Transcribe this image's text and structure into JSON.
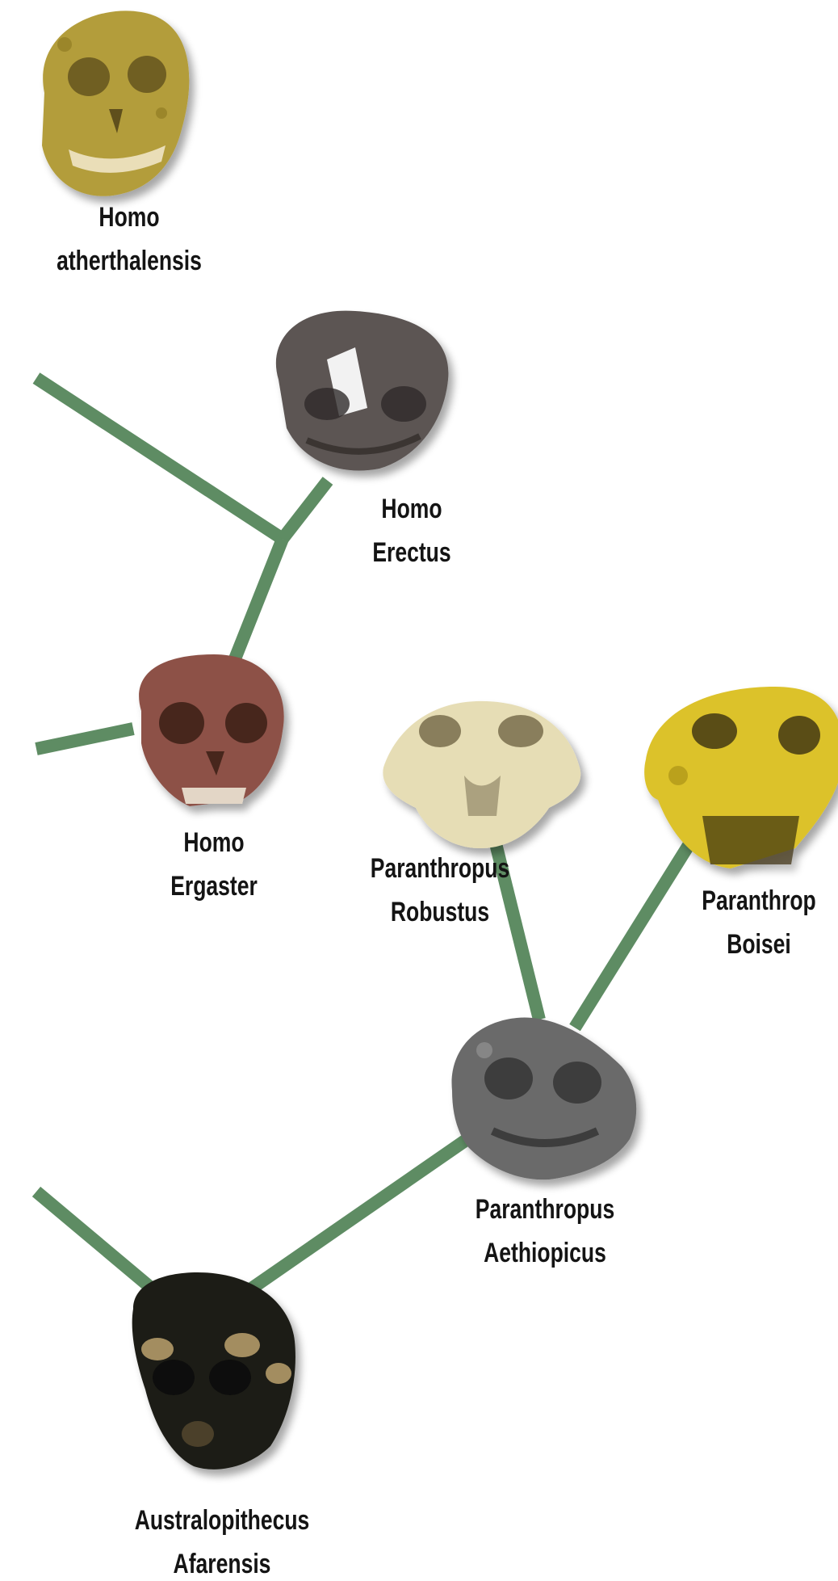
{
  "diagram": {
    "branch_color": "#5e8c63",
    "nodes": [
      {
        "id": "homo-neanderthalensis",
        "label_lines": [
          "Homo",
          "atherthalensis"
        ],
        "skull_color": "#b39d3a"
      },
      {
        "id": "homo-erectus",
        "label_lines": [
          "Homo",
          "Erectus"
        ],
        "skull_color": "#5b5553"
      },
      {
        "id": "homo-ergaster",
        "label_lines": [
          "Homo",
          "Ergaster"
        ],
        "skull_color": "#8d5146"
      },
      {
        "id": "paranthropus-robustus",
        "label_lines": [
          "Paranthropus",
          "Robustus"
        ],
        "skull_color": "#e6ddb5"
      },
      {
        "id": "paranthropus-boisei",
        "label_lines": [
          "Paranthrop",
          "Boisei"
        ],
        "skull_color": "#dcc22b"
      },
      {
        "id": "paranthropus-aethiopicus",
        "label_lines": [
          "Paranthropus",
          "Aethiopicus"
        ],
        "skull_color": "#6a6a6a"
      },
      {
        "id": "australopithecus-afarensis",
        "label_lines": [
          "Australopithecus",
          "Afarensis"
        ],
        "skull_color": "#1f1f17"
      }
    ]
  }
}
